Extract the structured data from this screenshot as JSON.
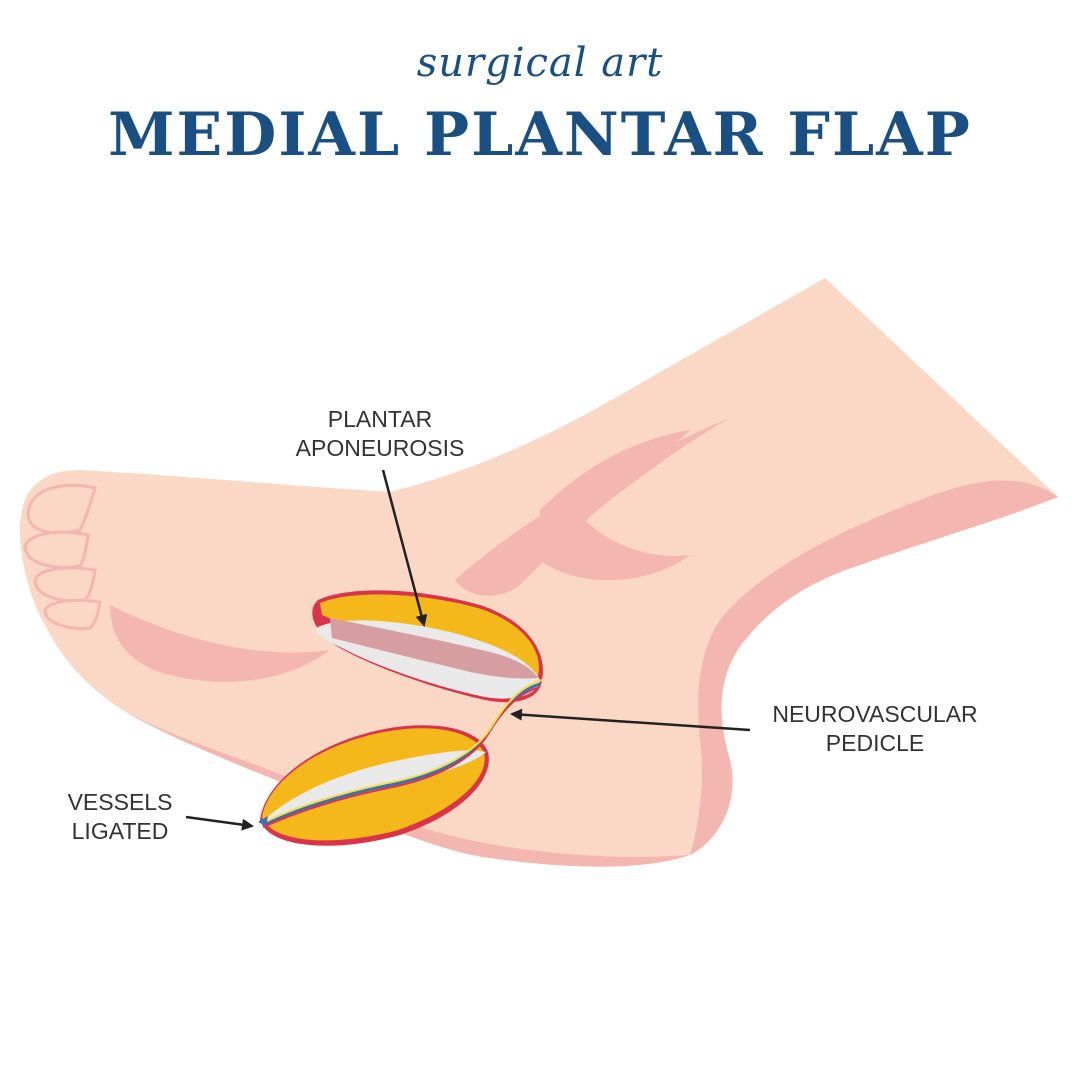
{
  "header": {
    "brand": "surgical art",
    "title": "MEDIAL PLANTAR FLAP"
  },
  "labels": {
    "plantar_aponeurosis": {
      "line1": "PLANTAR",
      "line2": "APONEUROSIS"
    },
    "neurovascular_pedicle": {
      "line1": "NEUROVASCULAR",
      "line2": "PEDICLE"
    },
    "vessels_ligated": {
      "line1": "VESSELS",
      "line2": "LIGATED"
    }
  },
  "colors": {
    "title": "#1a4f83",
    "skin": "#fbd8c6",
    "skin_shadow": "#f4b6b1",
    "fat": "#f5b81b",
    "fascia": "#e9e9e9",
    "aponeurosis": "#d69ea0",
    "border": "#d9344a"
  }
}
